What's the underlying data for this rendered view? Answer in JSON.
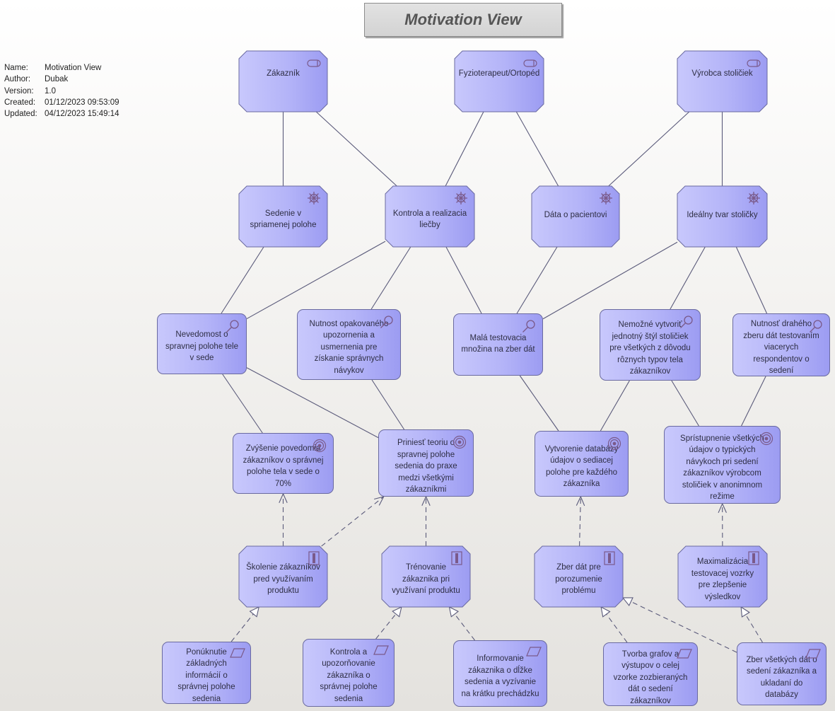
{
  "diagram": {
    "title": "Motivation View"
  },
  "meta": [
    {
      "key": "Name:",
      "value": "Motivation View"
    },
    {
      "key": "Author:",
      "value": "Dubak"
    },
    {
      "key": "Version:",
      "value": "1.0"
    },
    {
      "key": "Created:",
      "value": "01/12/2023 09:53:09"
    },
    {
      "key": "Updated:",
      "value": "04/12/2023 15:49:14"
    }
  ],
  "nodes": {
    "zakaznik": {
      "label": "Zákazník",
      "type": "stakeholder"
    },
    "fyzioterapeut": {
      "label": "Fyzioterapeut/Ortopéd",
      "type": "stakeholder"
    },
    "vyrobca": {
      "label": "Výrobca stoličiek",
      "type": "stakeholder"
    },
    "sedenie": {
      "label": "Sedenie v spriamenej polohe",
      "type": "driver"
    },
    "kontrola_liecby": {
      "label": "Kontrola a realizacia liečby",
      "type": "driver"
    },
    "data_pacient": {
      "label": "Dáta o pacientovi",
      "type": "driver"
    },
    "idealny_tvar": {
      "label": "Ideálny tvar stoličky",
      "type": "driver"
    },
    "nevedomost": {
      "label": "Nevedomost o spravnej polohe tele v sede",
      "type": "assessment"
    },
    "nutnost_opak": {
      "label": "Nutnost opakovaného upozornenia a usmernenia pre získanie správnych návykov",
      "type": "assessment"
    },
    "mala_testovacia": {
      "label": "Malá testovacia množina na zber dát",
      "type": "assessment"
    },
    "nemozne": {
      "label": "Nemožné vytvoriť jednotný štýl stoličiek pre všetkých z dôvodu rôznych typov tela zákazníkov",
      "type": "assessment"
    },
    "nutnost_drahy": {
      "label": "Nutnosť drahého zberu dát testovaním viacerych respondentov o sedení",
      "type": "assessment"
    },
    "zvysenie": {
      "label": "Zvýšenie povedomia zákazníkov o správnej polohe tela v sede o 70%",
      "type": "goal"
    },
    "priniest": {
      "label": "Priniesť teoriu o spravnej polohe sedenia do praxe medzi všetkými zákazníkmi",
      "type": "goal"
    },
    "vytvorenie": {
      "label": "Vytvorenie databázy údajov o sediacej polohe pre každého zákazníka",
      "type": "goal"
    },
    "spristupnenie": {
      "label": "Sprístupnenie všetkých údajov o typických návykoch pri sedení zákazníkov výrobcom stoličiek v anonimnom režime",
      "type": "goal"
    },
    "skolenie": {
      "label": "Školenie zákazníkov pred využívaním produktu",
      "type": "outcome"
    },
    "trenovanie": {
      "label": "Trénovanie zákaznika pri využívaní produktu",
      "type": "outcome"
    },
    "zber_porozumenie": {
      "label": "Zber dát pre porozumenie problému",
      "type": "outcome"
    },
    "maximalizacia": {
      "label": "Maximalizácia testovacej vozrky pre zlepšenie výsledkov",
      "type": "outcome"
    },
    "ponuknutie": {
      "label": "Ponúknutie základných informácií o správnej polohe sedenia",
      "type": "requirement"
    },
    "kontrola_upoz": {
      "label": "Kontrola a upozorňovanie zákazníka o správnej polohe sedenia",
      "type": "requirement"
    },
    "informovanie": {
      "label": "Informovanie zákaznika o dĺžke sedenia a vyzívanie na krátku prechádzku",
      "type": "requirement"
    },
    "tvorba": {
      "label": "Tvorba grafov a výstupov o celej vzorke zozbieraných dát o sedení zákazníkov",
      "type": "requirement"
    },
    "zber_vsetkych": {
      "label": "Zber všetkých dát o sedení zákazníka a ukladaní do databázy",
      "type": "requirement"
    }
  },
  "edges": [
    {
      "from": "zakaznik",
      "to": "sedenie",
      "kind": "association"
    },
    {
      "from": "zakaznik",
      "to": "kontrola_liecby",
      "kind": "association"
    },
    {
      "from": "fyzioterapeut",
      "to": "kontrola_liecby",
      "kind": "association"
    },
    {
      "from": "fyzioterapeut",
      "to": "data_pacient",
      "kind": "association"
    },
    {
      "from": "vyrobca",
      "to": "data_pacient",
      "kind": "association"
    },
    {
      "from": "vyrobca",
      "to": "idealny_tvar",
      "kind": "association"
    },
    {
      "from": "sedenie",
      "to": "nevedomost",
      "kind": "association"
    },
    {
      "from": "kontrola_liecby",
      "to": "nevedomost",
      "kind": "association"
    },
    {
      "from": "kontrola_liecby",
      "to": "nutnost_opak",
      "kind": "association"
    },
    {
      "from": "kontrola_liecby",
      "to": "mala_testovacia",
      "kind": "association"
    },
    {
      "from": "data_pacient",
      "to": "mala_testovacia",
      "kind": "association"
    },
    {
      "from": "idealny_tvar",
      "to": "mala_testovacia",
      "kind": "association"
    },
    {
      "from": "idealny_tvar",
      "to": "nemozne",
      "kind": "association"
    },
    {
      "from": "idealny_tvar",
      "to": "nutnost_drahy",
      "kind": "association"
    },
    {
      "from": "nevedomost",
      "to": "zvysenie",
      "kind": "association"
    },
    {
      "from": "nevedomost",
      "to": "priniest",
      "kind": "association"
    },
    {
      "from": "nutnost_opak",
      "to": "priniest",
      "kind": "association"
    },
    {
      "from": "mala_testovacia",
      "to": "vytvorenie",
      "kind": "association"
    },
    {
      "from": "nemozne",
      "to": "vytvorenie",
      "kind": "association"
    },
    {
      "from": "nemozne",
      "to": "spristupnenie",
      "kind": "association"
    },
    {
      "from": "nutnost_drahy",
      "to": "spristupnenie",
      "kind": "association"
    },
    {
      "from": "skolenie",
      "to": "zvysenie",
      "kind": "influence"
    },
    {
      "from": "skolenie",
      "to": "priniest",
      "kind": "influence"
    },
    {
      "from": "trenovanie",
      "to": "priniest",
      "kind": "influence"
    },
    {
      "from": "zber_porozumenie",
      "to": "vytvorenie",
      "kind": "influence"
    },
    {
      "from": "maximalizacia",
      "to": "spristupnenie",
      "kind": "influence"
    },
    {
      "from": "ponuknutie",
      "to": "skolenie",
      "kind": "realization"
    },
    {
      "from": "kontrola_upoz",
      "to": "trenovanie",
      "kind": "realization"
    },
    {
      "from": "informovanie",
      "to": "trenovanie",
      "kind": "realization"
    },
    {
      "from": "tvorba",
      "to": "zber_porozumenie",
      "kind": "realization"
    },
    {
      "from": "zber_vsetkych",
      "to": "zber_porozumenie",
      "kind": "realization"
    },
    {
      "from": "zber_vsetkych",
      "to": "maximalizacia",
      "kind": "realization"
    }
  ],
  "colors": {
    "node_fill": "#b4b4f8",
    "node_border": "#6a6aa0",
    "edge": "#5a5a7a",
    "icon": "#7a5a8a"
  }
}
